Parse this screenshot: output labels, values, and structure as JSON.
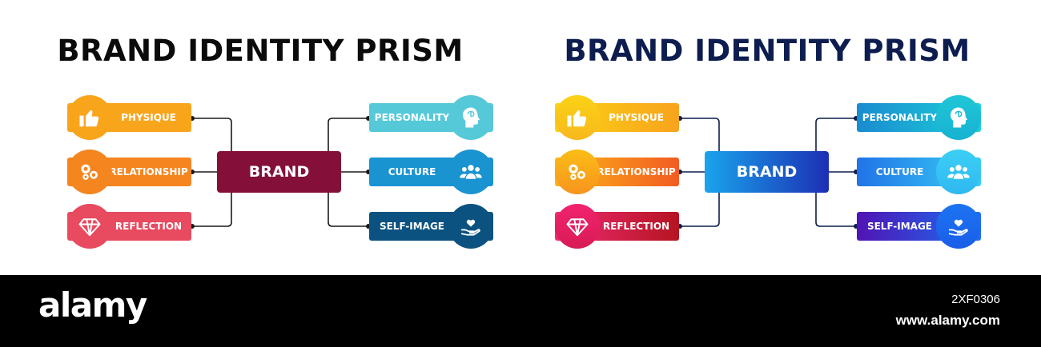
{
  "panels": [
    {
      "title": "BRAND IDENTITY PRISM",
      "center": {
        "label": "BRAND",
        "color": "#84103a"
      },
      "left_items": [
        {
          "label": "PHYSIQUE",
          "icon": "thumbs-up-icon",
          "color": "#f9a51b",
          "color2": "#f9a51b"
        },
        {
          "label": "RELATIONSHIP",
          "icon": "gears-icon",
          "color": "#f5851f",
          "color2": "#f5851f"
        },
        {
          "label": "REFLECTION",
          "icon": "diamond-icon",
          "color": "#e84a5f",
          "color2": "#e84a5f"
        }
      ],
      "right_items": [
        {
          "label": "PERSONALITY",
          "icon": "head-brain-icon",
          "color": "#56c9d9",
          "color2": "#56c9d9"
        },
        {
          "label": "CULTURE",
          "icon": "people-group-icon",
          "color": "#1a93d1",
          "color2": "#1a93d1"
        },
        {
          "label": "SELF-IMAGE",
          "icon": "heart-hand-icon",
          "color": "#0c5280",
          "color2": "#0c5280"
        }
      ]
    },
    {
      "title": "BRAND IDENTITY PRISM",
      "center": {
        "label": "BRAND",
        "color": "#1aa4ec",
        "color2": "#1c2fb4"
      },
      "left_items": [
        {
          "label": "PHYSIQUE",
          "icon": "thumbs-up-icon",
          "color": "#fbd215",
          "color2": "#f8a31d"
        },
        {
          "label": "RELATIONSHIP",
          "icon": "gears-icon",
          "color": "#fbb616",
          "color2": "#f35b24"
        },
        {
          "label": "REFLECTION",
          "icon": "diamond-icon",
          "color": "#ef2b73",
          "color2": "#b51421"
        }
      ],
      "right_items": [
        {
          "label": "PERSONALITY",
          "icon": "head-brain-icon",
          "color": "#1a8bd0",
          "color2": "#1ccfd8"
        },
        {
          "label": "CULTURE",
          "icon": "people-group-icon",
          "color": "#2173e8",
          "color2": "#37cdf4"
        },
        {
          "label": "SELF-IMAGE",
          "icon": "heart-hand-icon",
          "color": "#5014b4",
          "color2": "#1b6ef2"
        }
      ]
    }
  ],
  "watermark": {
    "logo": "alamy",
    "image_id": "2XF0306",
    "url": "www.alamy.com"
  },
  "colors": {
    "connector_left_panel": "#1a1a1a",
    "connector_right_panel": "#0d1d4f",
    "footer_bg": "#000000"
  }
}
